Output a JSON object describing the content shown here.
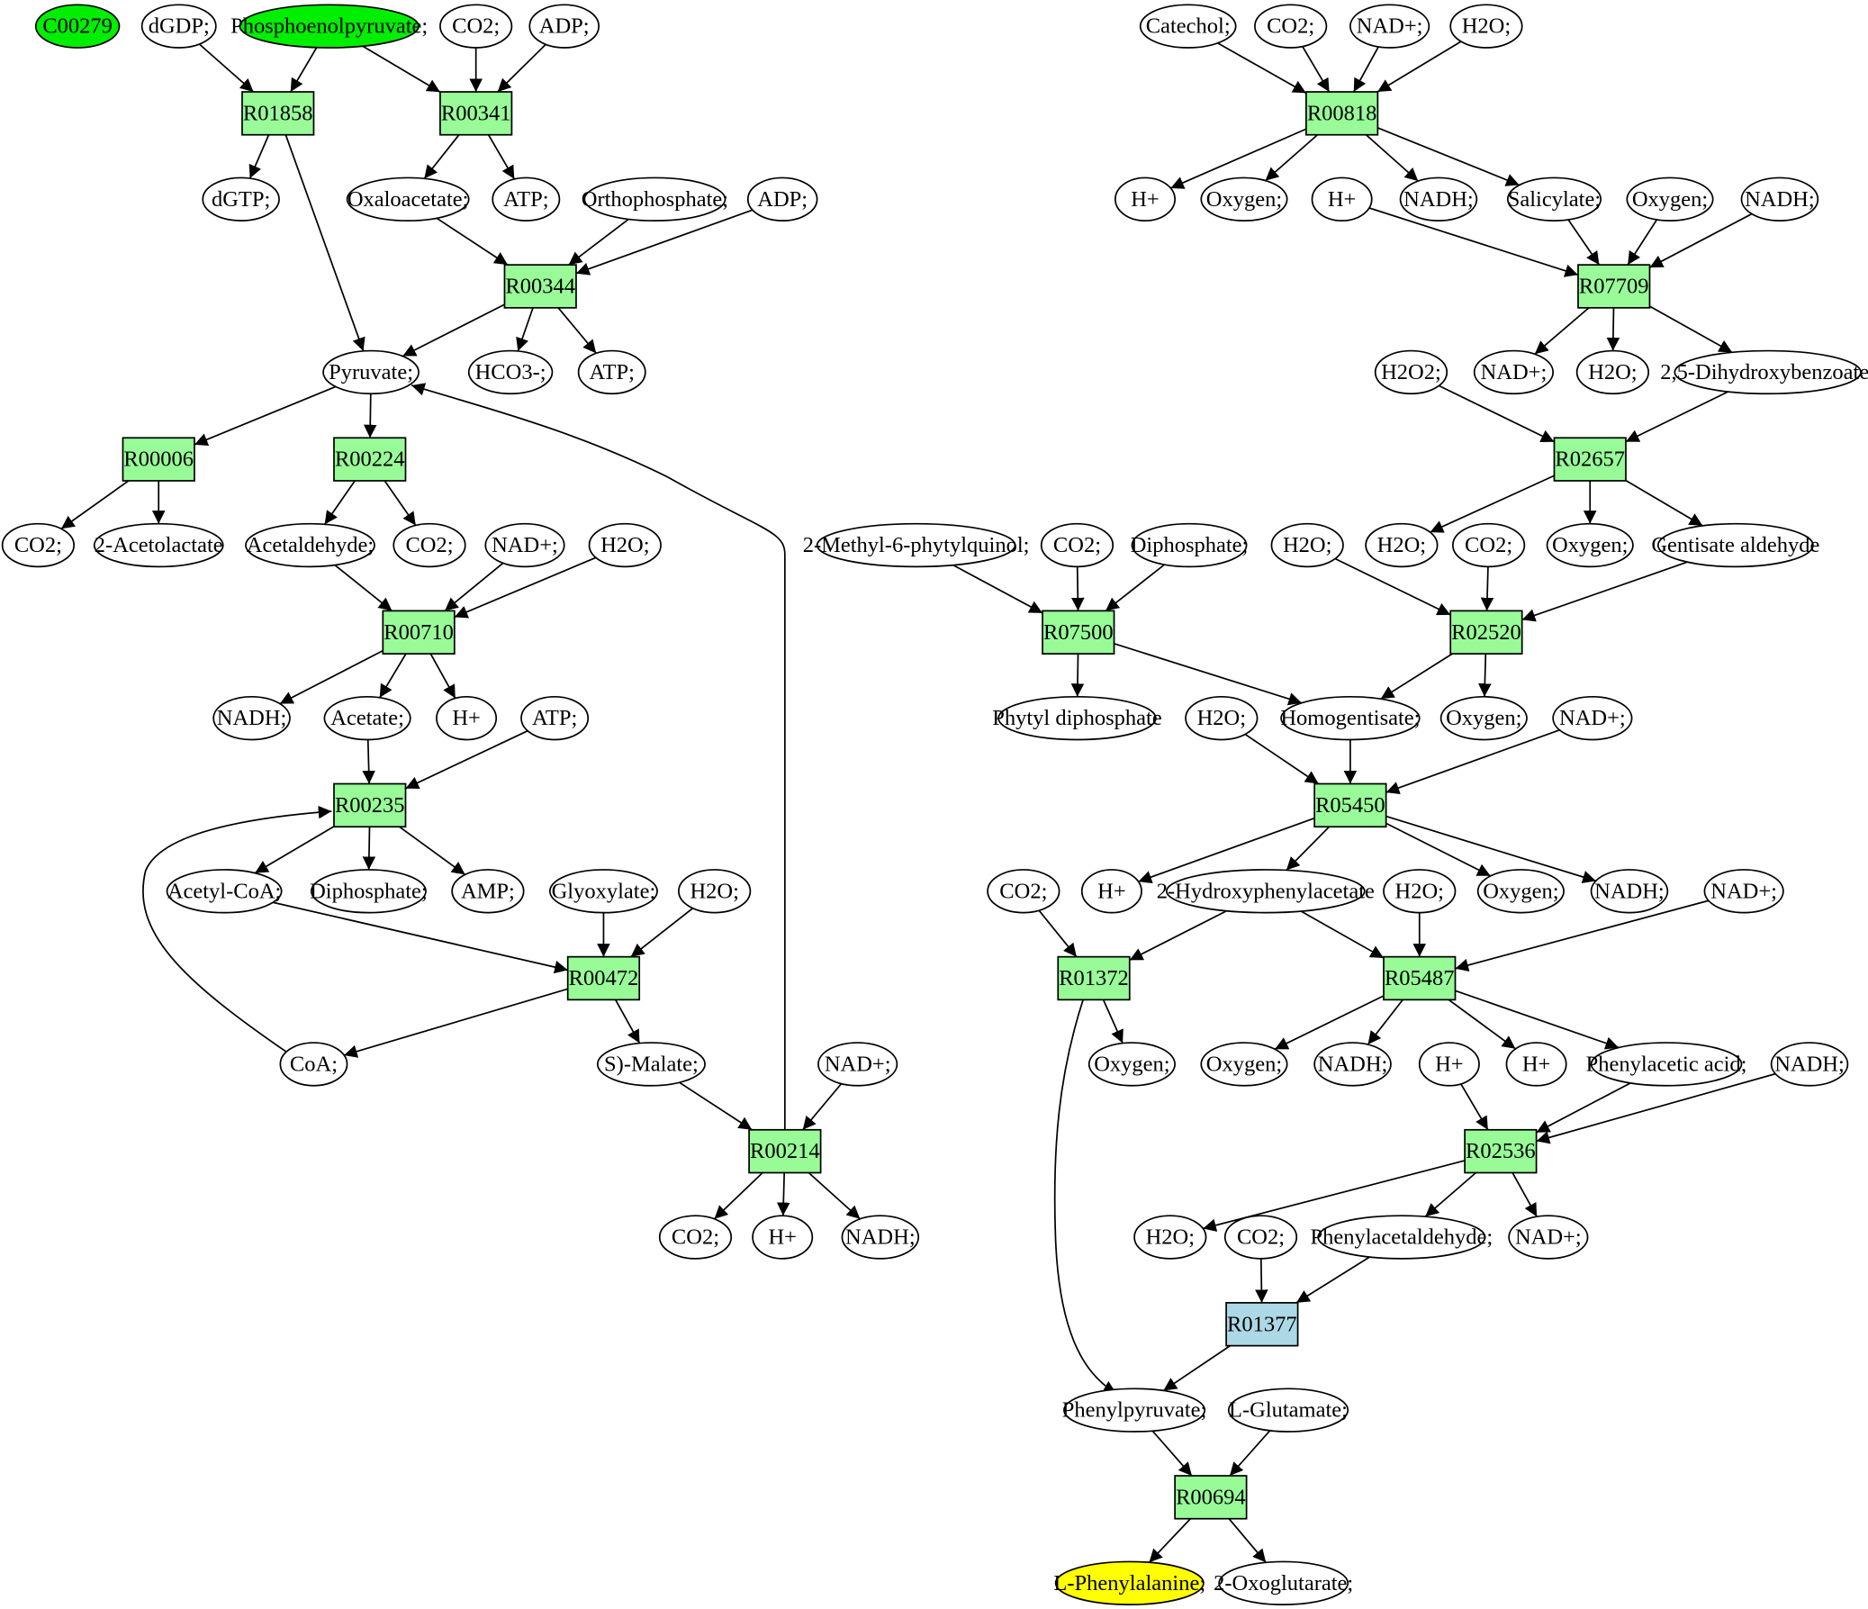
{
  "colors": {
    "background": "#ffffff",
    "reaction": "#98fb98",
    "reaction_alt": "#add8e6",
    "source_metabolite": "#00ee00",
    "target_metabolite": "#ffff00",
    "metabolite": "#ffffff",
    "stroke": "#000000"
  },
  "nodes": [
    {
      "id": "m_c00279",
      "label": "C00279",
      "kind": "metabolite",
      "style": "source"
    },
    {
      "id": "m_dgdp",
      "label": "dGDP;",
      "kind": "metabolite"
    },
    {
      "id": "m_pep",
      "label": "Phosphoenolpyruvate;",
      "kind": "metabolite",
      "style": "source"
    },
    {
      "id": "m_co2_a",
      "label": "CO2;",
      "kind": "metabolite"
    },
    {
      "id": "m_adp_a",
      "label": "ADP;",
      "kind": "metabolite"
    },
    {
      "id": "r_r01858",
      "label": "R01858",
      "kind": "reaction"
    },
    {
      "id": "r_r00341",
      "label": "R00341",
      "kind": "reaction"
    },
    {
      "id": "m_dgtp",
      "label": "dGTP;",
      "kind": "metabolite"
    },
    {
      "id": "m_oxaloacetate",
      "label": "Oxaloacetate;",
      "kind": "metabolite"
    },
    {
      "id": "m_atp_a",
      "label": "ATP;",
      "kind": "metabolite"
    },
    {
      "id": "m_orthophosphate",
      "label": "Orthophosphate;",
      "kind": "metabolite"
    },
    {
      "id": "m_adp_b",
      "label": "ADP;",
      "kind": "metabolite"
    },
    {
      "id": "r_r00344",
      "label": "R00344",
      "kind": "reaction"
    },
    {
      "id": "m_pyruvate",
      "label": "Pyruvate;",
      "kind": "metabolite"
    },
    {
      "id": "m_hco3",
      "label": "HCO3-;",
      "kind": "metabolite"
    },
    {
      "id": "m_atp_b",
      "label": "ATP;",
      "kind": "metabolite"
    },
    {
      "id": "r_r00006",
      "label": "R00006",
      "kind": "reaction"
    },
    {
      "id": "r_r00224",
      "label": "R00224",
      "kind": "reaction"
    },
    {
      "id": "m_co2_b",
      "label": "CO2;",
      "kind": "metabolite"
    },
    {
      "id": "m_acetolactate",
      "label": "2-Acetolactate",
      "kind": "metabolite"
    },
    {
      "id": "m_acetaldehyde",
      "label": "Acetaldehyde;",
      "kind": "metabolite"
    },
    {
      "id": "m_co2_c",
      "label": "CO2;",
      "kind": "metabolite"
    },
    {
      "id": "m_nadp_a",
      "label": "NAD+;",
      "kind": "metabolite"
    },
    {
      "id": "m_h2o_a",
      "label": "H2O;",
      "kind": "metabolite"
    },
    {
      "id": "r_r00710",
      "label": "R00710",
      "kind": "reaction"
    },
    {
      "id": "m_nadh_a",
      "label": "NADH;",
      "kind": "metabolite"
    },
    {
      "id": "m_acetate",
      "label": "Acetate;",
      "kind": "metabolite"
    },
    {
      "id": "m_hplus_a",
      "label": "H+",
      "kind": "metabolite"
    },
    {
      "id": "m_atp_c",
      "label": "ATP;",
      "kind": "metabolite"
    },
    {
      "id": "r_r00235",
      "label": "R00235",
      "kind": "reaction"
    },
    {
      "id": "m_acetylcoa",
      "label": "Acetyl-CoA;",
      "kind": "metabolite"
    },
    {
      "id": "m_diphosphate_a",
      "label": "Diphosphate;",
      "kind": "metabolite"
    },
    {
      "id": "m_amp",
      "label": "AMP;",
      "kind": "metabolite"
    },
    {
      "id": "m_glyoxylate",
      "label": "Glyoxylate;",
      "kind": "metabolite"
    },
    {
      "id": "m_h2o_b",
      "label": "H2O;",
      "kind": "metabolite"
    },
    {
      "id": "r_r00472",
      "label": "R00472",
      "kind": "reaction"
    },
    {
      "id": "m_coa",
      "label": "CoA;",
      "kind": "metabolite"
    },
    {
      "id": "m_smalate",
      "label": "S)-Malate;",
      "kind": "metabolite"
    },
    {
      "id": "m_nadp_b",
      "label": "NAD+;",
      "kind": "metabolite"
    },
    {
      "id": "r_r00214",
      "label": "R00214",
      "kind": "reaction"
    },
    {
      "id": "m_co2_d",
      "label": "CO2;",
      "kind": "metabolite"
    },
    {
      "id": "m_hplus_b",
      "label": "H+",
      "kind": "metabolite"
    },
    {
      "id": "m_nadh_b",
      "label": "NADH;",
      "kind": "metabolite"
    },
    {
      "id": "m_catechol",
      "label": "Catechol;",
      "kind": "metabolite"
    },
    {
      "id": "m_co2_e",
      "label": "CO2;",
      "kind": "metabolite"
    },
    {
      "id": "m_nadp_c",
      "label": "NAD+;",
      "kind": "metabolite"
    },
    {
      "id": "m_h2o_c",
      "label": "H2O;",
      "kind": "metabolite"
    },
    {
      "id": "r_r00818",
      "label": "R00818",
      "kind": "reaction"
    },
    {
      "id": "m_hplus_c",
      "label": "H+",
      "kind": "metabolite"
    },
    {
      "id": "m_oxygen_a",
      "label": "Oxygen;",
      "kind": "metabolite"
    },
    {
      "id": "m_hplus_d",
      "label": "H+",
      "kind": "metabolite"
    },
    {
      "id": "m_nadh_c",
      "label": "NADH;",
      "kind": "metabolite"
    },
    {
      "id": "m_salicylate",
      "label": "Salicylate;",
      "kind": "metabolite"
    },
    {
      "id": "m_oxygen_b",
      "label": "Oxygen;",
      "kind": "metabolite"
    },
    {
      "id": "m_nadh_d",
      "label": "NADH;",
      "kind": "metabolite"
    },
    {
      "id": "r_r07709",
      "label": "R07709",
      "kind": "reaction"
    },
    {
      "id": "m_h2o2",
      "label": "H2O2;",
      "kind": "metabolite"
    },
    {
      "id": "m_nadp_d",
      "label": "NAD+;",
      "kind": "metabolite"
    },
    {
      "id": "m_h2o_d",
      "label": "H2O;",
      "kind": "metabolite"
    },
    {
      "id": "m_dhb",
      "label": "2,5-Dihydroxybenzoate;",
      "kind": "metabolite"
    },
    {
      "id": "r_r02657",
      "label": "R02657",
      "kind": "reaction"
    },
    {
      "id": "m_mpq",
      "label": "2-Methyl-6-phytylquinol;",
      "kind": "metabolite"
    },
    {
      "id": "m_co2_f",
      "label": "CO2;",
      "kind": "metabolite"
    },
    {
      "id": "m_diphosphate_b",
      "label": "Diphosphate;",
      "kind": "metabolite"
    },
    {
      "id": "m_h2o_e",
      "label": "H2O;",
      "kind": "metabolite"
    },
    {
      "id": "m_h2o_f",
      "label": "H2O;",
      "kind": "metabolite"
    },
    {
      "id": "m_co2_g",
      "label": "CO2;",
      "kind": "metabolite"
    },
    {
      "id": "m_oxygen_c",
      "label": "Oxygen;",
      "kind": "metabolite"
    },
    {
      "id": "m_gentisate",
      "label": "Gentisate aldehyde",
      "kind": "metabolite"
    },
    {
      "id": "r_r07500",
      "label": "R07500",
      "kind": "reaction"
    },
    {
      "id": "r_r02520",
      "label": "R02520",
      "kind": "reaction"
    },
    {
      "id": "m_phytyldp",
      "label": "Phytyl diphosphate",
      "kind": "metabolite"
    },
    {
      "id": "m_h2o_g",
      "label": "H2O;",
      "kind": "metabolite"
    },
    {
      "id": "m_homogentisate",
      "label": "Homogentisate;",
      "kind": "metabolite"
    },
    {
      "id": "m_oxygen_d",
      "label": "Oxygen;",
      "kind": "metabolite"
    },
    {
      "id": "m_nadp_e",
      "label": "NAD+;",
      "kind": "metabolite"
    },
    {
      "id": "r_r05450",
      "label": "R05450",
      "kind": "reaction"
    },
    {
      "id": "m_co2_h",
      "label": "CO2;",
      "kind": "metabolite"
    },
    {
      "id": "m_hplus_e",
      "label": "H+",
      "kind": "metabolite"
    },
    {
      "id": "m_hpa",
      "label": "2-Hydroxyphenylacetate",
      "kind": "metabolite"
    },
    {
      "id": "m_h2o_h",
      "label": "H2O;",
      "kind": "metabolite"
    },
    {
      "id": "m_oxygen_e",
      "label": "Oxygen;",
      "kind": "metabolite"
    },
    {
      "id": "m_nadh_e",
      "label": "NADH;",
      "kind": "metabolite"
    },
    {
      "id": "m_nadp_f",
      "label": "NAD+;",
      "kind": "metabolite"
    },
    {
      "id": "r_r01372",
      "label": "R01372",
      "kind": "reaction"
    },
    {
      "id": "r_r05487",
      "label": "R05487",
      "kind": "reaction"
    },
    {
      "id": "m_oxygen_f",
      "label": "Oxygen;",
      "kind": "metabolite"
    },
    {
      "id": "m_oxygen_g",
      "label": "Oxygen;",
      "kind": "metabolite"
    },
    {
      "id": "m_nadh_f",
      "label": "NADH;",
      "kind": "metabolite"
    },
    {
      "id": "m_hplus_f",
      "label": "H+",
      "kind": "metabolite"
    },
    {
      "id": "m_hplus_g",
      "label": "H+",
      "kind": "metabolite"
    },
    {
      "id": "m_phenylacetic",
      "label": "Phenylacetic acid;",
      "kind": "metabolite"
    },
    {
      "id": "m_nadh_g",
      "label": "NADH;",
      "kind": "metabolite"
    },
    {
      "id": "r_r02536",
      "label": "R02536",
      "kind": "reaction"
    },
    {
      "id": "m_h2o_i",
      "label": "H2O;",
      "kind": "metabolite"
    },
    {
      "id": "m_co2_i",
      "label": "CO2;",
      "kind": "metabolite"
    },
    {
      "id": "m_phenylacetaldehyde",
      "label": "Phenylacetaldehyde;",
      "kind": "metabolite"
    },
    {
      "id": "m_nadp_g",
      "label": "NAD+;",
      "kind": "metabolite"
    },
    {
      "id": "r_r01377",
      "label": "R01377",
      "kind": "reaction",
      "style": "alt"
    },
    {
      "id": "m_phenylpyruvate",
      "label": "Phenylpyruvate;",
      "kind": "metabolite"
    },
    {
      "id": "m_glutamate",
      "label": "L-Glutamate;",
      "kind": "metabolite"
    },
    {
      "id": "r_r00694",
      "label": "R00694",
      "kind": "reaction"
    },
    {
      "id": "m_phenylalanine",
      "label": "L-Phenylalanine;",
      "kind": "metabolite",
      "style": "target"
    },
    {
      "id": "m_oxoglutarate",
      "label": "2-Oxoglutarate;",
      "kind": "metabolite"
    }
  ],
  "edges": [
    [
      "m_dgdp",
      "r_r01858"
    ],
    [
      "m_pep",
      "r_r01858"
    ],
    [
      "m_pep",
      "r_r00341"
    ],
    [
      "m_co2_a",
      "r_r00341"
    ],
    [
      "m_adp_a",
      "r_r00341"
    ],
    [
      "r_r01858",
      "m_dgtp"
    ],
    [
      "r_r01858",
      "m_pyruvate"
    ],
    [
      "r_r00341",
      "m_oxaloacetate"
    ],
    [
      "r_r00341",
      "m_atp_a"
    ],
    [
      "m_oxaloacetate",
      "r_r00344"
    ],
    [
      "m_orthophosphate",
      "r_r00344"
    ],
    [
      "m_adp_b",
      "r_r00344"
    ],
    [
      "r_r00344",
      "m_pyruvate"
    ],
    [
      "r_r00344",
      "m_hco3"
    ],
    [
      "r_r00344",
      "m_atp_b"
    ],
    [
      "m_pyruvate",
      "r_r00006"
    ],
    [
      "m_pyruvate",
      "r_r00224"
    ],
    [
      "r_r00006",
      "m_co2_b"
    ],
    [
      "r_r00006",
      "m_acetolactate"
    ],
    [
      "r_r00224",
      "m_acetaldehyde"
    ],
    [
      "r_r00224",
      "m_co2_c"
    ],
    [
      "m_acetaldehyde",
      "r_r00710"
    ],
    [
      "m_nadp_a",
      "r_r00710"
    ],
    [
      "m_h2o_a",
      "r_r00710"
    ],
    [
      "r_r00710",
      "m_nadh_a"
    ],
    [
      "r_r00710",
      "m_acetate"
    ],
    [
      "r_r00710",
      "m_hplus_a"
    ],
    [
      "m_acetate",
      "r_r00235"
    ],
    [
      "m_atp_c",
      "r_r00235"
    ],
    [
      "r_r00235",
      "m_acetylcoa"
    ],
    [
      "r_r00235",
      "m_diphosphate_a"
    ],
    [
      "r_r00235",
      "m_amp"
    ],
    [
      "m_acetylcoa",
      "r_r00472"
    ],
    [
      "m_glyoxylate",
      "r_r00472"
    ],
    [
      "m_h2o_b",
      "r_r00472"
    ],
    [
      "r_r00472",
      "m_coa"
    ],
    [
      "r_r00472",
      "m_smalate"
    ],
    [
      "m_coa",
      "r_r00235"
    ],
    [
      "m_smalate",
      "r_r00214"
    ],
    [
      "m_nadp_b",
      "r_r00214"
    ],
    [
      "r_r00214",
      "m_co2_d"
    ],
    [
      "r_r00214",
      "m_hplus_b"
    ],
    [
      "r_r00214",
      "m_nadh_b"
    ],
    [
      "r_r00214",
      "m_pyruvate"
    ],
    [
      "m_catechol",
      "r_r00818"
    ],
    [
      "m_co2_e",
      "r_r00818"
    ],
    [
      "m_nadp_c",
      "r_r00818"
    ],
    [
      "m_h2o_c",
      "r_r00818"
    ],
    [
      "r_r00818",
      "m_hplus_c"
    ],
    [
      "r_r00818",
      "m_oxygen_a"
    ],
    [
      "r_r00818",
      "m_nadh_c"
    ],
    [
      "r_r00818",
      "m_salicylate"
    ],
    [
      "m_hplus_d",
      "r_r07709"
    ],
    [
      "m_salicylate",
      "r_r07709"
    ],
    [
      "m_oxygen_b",
      "r_r07709"
    ],
    [
      "m_nadh_d",
      "r_r07709"
    ],
    [
      "r_r07709",
      "m_nadp_d"
    ],
    [
      "r_r07709",
      "m_h2o_d"
    ],
    [
      "r_r07709",
      "m_dhb"
    ],
    [
      "m_h2o2",
      "r_r02657"
    ],
    [
      "m_dhb",
      "r_r02657"
    ],
    [
      "r_r02657",
      "m_h2o_f"
    ],
    [
      "r_r02657",
      "m_oxygen_c"
    ],
    [
      "r_r02657",
      "m_gentisate"
    ],
    [
      "m_mpq",
      "r_r07500"
    ],
    [
      "m_co2_f",
      "r_r07500"
    ],
    [
      "m_diphosphate_b",
      "r_r07500"
    ],
    [
      "m_h2o_e",
      "r_r02520"
    ],
    [
      "m_co2_g",
      "r_r02520"
    ],
    [
      "m_gentisate",
      "r_r02520"
    ],
    [
      "r_r07500",
      "m_phytyldp"
    ],
    [
      "r_r07500",
      "m_homogentisate"
    ],
    [
      "r_r02520",
      "m_homogentisate"
    ],
    [
      "r_r02520",
      "m_oxygen_d"
    ],
    [
      "m_h2o_g",
      "r_r05450"
    ],
    [
      "m_homogentisate",
      "r_r05450"
    ],
    [
      "m_nadp_e",
      "r_r05450"
    ],
    [
      "r_r05450",
      "m_hplus_e"
    ],
    [
      "r_r05450",
      "m_hpa"
    ],
    [
      "r_r05450",
      "m_oxygen_e"
    ],
    [
      "r_r05450",
      "m_nadh_e"
    ],
    [
      "m_co2_h",
      "r_r01372"
    ],
    [
      "m_hpa",
      "r_r01372"
    ],
    [
      "m_hpa",
      "r_r05487"
    ],
    [
      "m_h2o_h",
      "r_r05487"
    ],
    [
      "m_nadp_f",
      "r_r05487"
    ],
    [
      "r_r01372",
      "m_oxygen_f"
    ],
    [
      "r_r01372",
      "m_phenylpyruvate"
    ],
    [
      "r_r05487",
      "m_oxygen_g"
    ],
    [
      "r_r05487",
      "m_nadh_f"
    ],
    [
      "r_r05487",
      "m_hplus_g"
    ],
    [
      "r_r05487",
      "m_phenylacetic"
    ],
    [
      "m_hplus_f",
      "r_r02536"
    ],
    [
      "m_phenylacetic",
      "r_r02536"
    ],
    [
      "m_nadh_g",
      "r_r02536"
    ],
    [
      "r_r02536",
      "m_h2o_i"
    ],
    [
      "r_r02536",
      "m_phenylacetaldehyde"
    ],
    [
      "r_r02536",
      "m_nadp_g"
    ],
    [
      "m_co2_i",
      "r_r01377"
    ],
    [
      "m_phenylacetaldehyde",
      "r_r01377"
    ],
    [
      "r_r01377",
      "m_phenylpyruvate"
    ],
    [
      "m_phenylpyruvate",
      "r_r00694"
    ],
    [
      "m_glutamate",
      "r_r00694"
    ],
    [
      "r_r00694",
      "m_phenylalanine"
    ],
    [
      "r_r00694",
      "m_oxoglutarate"
    ]
  ]
}
